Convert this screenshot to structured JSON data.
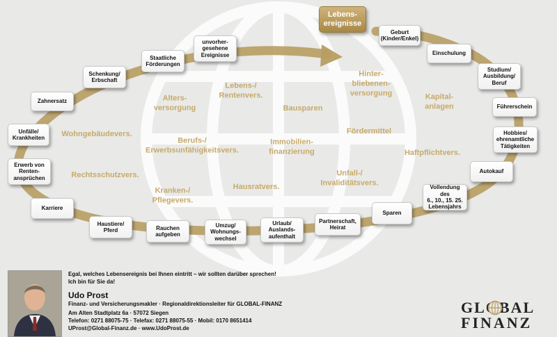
{
  "colors": {
    "background": "#e9e9e7",
    "ring": "#b89d63",
    "insurance_text": "#c6aa6c",
    "start_card": "#b89955"
  },
  "diagram": {
    "events": [
      {
        "id": "lebensereignisse",
        "label": "Lebens-\nereignisse",
        "start": true
      },
      {
        "id": "geburt",
        "label": "Geburt\n(Kinder/Enkel)"
      },
      {
        "id": "einschulung",
        "label": "Einschulung"
      },
      {
        "id": "studium",
        "label": "Studium/\nAusbildung/\nBeruf"
      },
      {
        "id": "fuehrerschein",
        "label": "Führerschein"
      },
      {
        "id": "hobbies",
        "label": "Hobbies/\nehrenamtliche\nTätigkeiten"
      },
      {
        "id": "autokauf",
        "label": "Autokauf"
      },
      {
        "id": "vollendung",
        "label": "Vollendung des\n6., 10., 15. 25.\nLebensjahrs"
      },
      {
        "id": "sparen",
        "label": "Sparen"
      },
      {
        "id": "partnerschaft",
        "label": "Partnerschaft,\nHeirat"
      },
      {
        "id": "urlaub",
        "label": "Urlaub/\nAuslands-\naufenthalt"
      },
      {
        "id": "umzug",
        "label": "Umzug/\nWohnungs-\nwechsel"
      },
      {
        "id": "rauchen",
        "label": "Rauchen\naufgeben"
      },
      {
        "id": "haustiere",
        "label": "Haustiere/\nPferd"
      },
      {
        "id": "karriere",
        "label": "Karriere"
      },
      {
        "id": "erwerb",
        "label": "Erwerb von\nRenten-\nansprüchen"
      },
      {
        "id": "unfaelle",
        "label": "Unfälle/\nKrankheiten"
      },
      {
        "id": "zahnersatz",
        "label": "Zahnersatz"
      },
      {
        "id": "schenkung",
        "label": "Schenkung/\nErbschaft"
      },
      {
        "id": "staatliche",
        "label": "Staatliche\nFörderungen"
      },
      {
        "id": "unvorhergesehen",
        "label": "unvorher-\ngesehene\nEreignisse"
      }
    ],
    "insurances": [
      {
        "id": "lebensversicherung",
        "label": "Lebens-/\nRentenvers."
      },
      {
        "id": "hinterbliebenenversorgung",
        "label": "Hinter-\nbliebenen-\nversorgung"
      },
      {
        "id": "altersversorgung",
        "label": "Alters-\nversorgung"
      },
      {
        "id": "bausparen",
        "label": "Bausparen"
      },
      {
        "id": "kapitalanlagen",
        "label": "Kapital-\nanlagen"
      },
      {
        "id": "wohngebaeude",
        "label": "Wohngebäudevers."
      },
      {
        "id": "foerdermittel",
        "label": "Fördermittel"
      },
      {
        "id": "berufsunfaehigkeit",
        "label": "Berufs-/\nErwerbsunfähigkeitsvers."
      },
      {
        "id": "immobilienfinanzierung",
        "label": "Immobilien-\nfinanzierung"
      },
      {
        "id": "haftpflicht",
        "label": "Haftpflichtvers."
      },
      {
        "id": "rechtsschutz",
        "label": "Rechtsschutzvers."
      },
      {
        "id": "unfall",
        "label": "Unfall-/\nInvaliditätsvers."
      },
      {
        "id": "hausrat",
        "label": "Hausratvers."
      },
      {
        "id": "kranken",
        "label": "Kranken-/\nPflegevers."
      }
    ]
  },
  "footer": {
    "tagline_1": "Egal, welches Lebensereignis bei Ihnen eintritt – wir sollten darüber sprechen!",
    "tagline_2": "Ich bin für Sie da!",
    "name": "Udo Prost",
    "role": "Finanz- und Versicherungsmakler · Regionaldirektionsleiter für GLOBAL-FINANZ",
    "address": "Am Alten Stadtplatz 6a · 57072  Siegen",
    "phone": "Telefon: 0271 88075-75 · Telefax: 0271 88075-55 · Mobil: 0170 8651414",
    "email_web": "UProst@Global-Finanz.de · www.UdoProst.de",
    "logo_line_1": "GLOBAL",
    "logo_line_2": "FINANZ"
  }
}
